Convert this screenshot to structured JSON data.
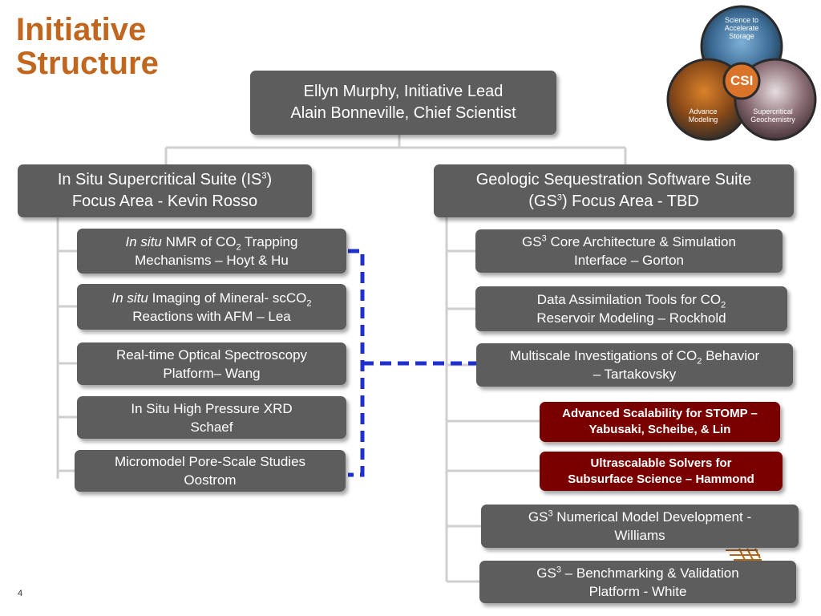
{
  "slide": {
    "title_line1": "Initiative",
    "title_line2": "Structure",
    "page_number": "4"
  },
  "logo": {
    "top_label_1": "Science to",
    "top_label_2": "Accelerate",
    "top_label_3": "Storage",
    "center": "CSI",
    "left_label_1": "Advance",
    "left_label_2": "Modeling",
    "right_label_1": "Supercritical",
    "right_label_2": "Geochemistry"
  },
  "lead": {
    "line1": "Ellyn Murphy, Initiative Lead",
    "line2": "Alain Bonneville, Chief Scientist"
  },
  "left_focus": {
    "line1_pre": "In Situ Supercritical Suite (IS",
    "line1_sup": "3",
    "line1_post": ")",
    "line2": "Focus Area - Kevin Rosso"
  },
  "right_focus": {
    "line1": "Geologic Sequestration Software Suite",
    "line2_pre": "(GS",
    "line2_sup": "3",
    "line2_post": ") Focus Area - TBD"
  },
  "left_items": [
    {
      "l1_ital": "In situ",
      "l1_a": " NMR of CO",
      "l1_sub": "2",
      "l1_b": " Trapping",
      "l2": "Mechanisms – Hoyt & Hu"
    },
    {
      "l1_ital": "In situ",
      "l1_a": " Imaging of Mineral- scCO",
      "l1_sub": "2",
      "l2": "Reactions with AFM – Lea"
    },
    {
      "l1": "Real-time Optical Spectroscopy",
      "l2": "Platform– Wang"
    },
    {
      "l1": "In Situ High Pressure XRD",
      "l2": "Schaef"
    },
    {
      "l1": "Micromodel Pore-Scale Studies",
      "l2": "Oostrom"
    }
  ],
  "right_items": [
    {
      "l1_a": "GS",
      "l1_sup": "3",
      "l1_b": " Core Architecture & Simulation",
      "l2": "Interface – Gorton"
    },
    {
      "l1_a": "Data Assimilation Tools for CO",
      "l1_sub": "2",
      "l2": "Reservoir Modeling – Rockhold"
    },
    {
      "l1_a": "Multiscale Investigations of CO",
      "l1_sub": "2",
      "l1_b": " Behavior",
      "l2": "– Tartakovsky"
    },
    {
      "l1": "Advanced Scalability for STOMP –",
      "l2": "Yabusaki, Scheibe, & Lin"
    },
    {
      "l1": "Ultrascalable Solvers for",
      "l2": "Subsurface Science – Hammond"
    },
    {
      "l1_a": "GS",
      "l1_sup": "3",
      "l1_b": " Numerical Model Development -",
      "l2": "Williams"
    },
    {
      "l1_a": "GS",
      "l1_sup": "3",
      "l1_b": " – Benchmarking & Validation",
      "l2": "Platform - White"
    }
  ],
  "colors": {
    "title": "#c0661f",
    "box": "#5d5d5d",
    "highlight_box": "#7a0000",
    "dashed_link": "#1f2fd0",
    "tree_line": "#cfcfcf"
  }
}
